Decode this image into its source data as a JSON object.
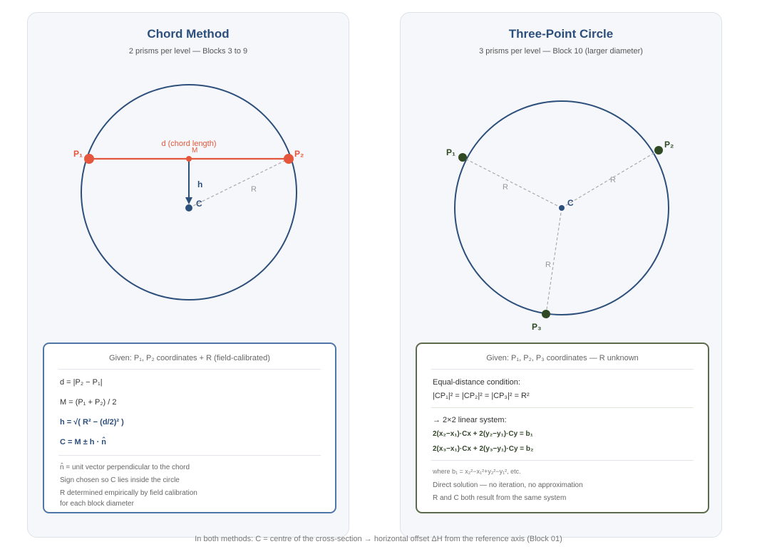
{
  "left": {
    "title": "Chord Method",
    "subtitle": "2 prisms per level — Blocks 3 to 9",
    "labels": {
      "p1": "P₁",
      "p2": "P₂",
      "chord": "d (chord length)",
      "m": "M",
      "h": "h",
      "c": "C",
      "r": "R"
    },
    "box": {
      "given": "Given: P₁, P₂ coordinates + R (field-calibrated)",
      "eq1": "d = |P₂ − P₁|",
      "eq2": "M = (P₁ + P₂) / 2",
      "eq3": "h = √( R² − (d/2)² )",
      "eq4": "C = M ± h · n̂",
      "note1": "n̂ = unit vector perpendicular to the chord",
      "note2": "Sign chosen so C lies inside the circle",
      "note3": "R determined empirically by field calibration",
      "note4": "for each block diameter"
    }
  },
  "right": {
    "title": "Three-Point Circle",
    "subtitle": "3 prisms per level — Block 10 (larger diameter)",
    "labels": {
      "p1": "P₁",
      "p2": "P₂",
      "p3": "P₃",
      "c": "C",
      "r1": "R",
      "r2": "R",
      "r3": "R"
    },
    "box": {
      "given": "Given: P₁, P₂, P₃ coordinates — R unknown",
      "cond_title": "Equal-distance condition:",
      "cond_eq": "|CP₁|² = |CP₂|² = |CP₃|² = R²",
      "sys_title": "→ 2×2 linear system:",
      "sys_eq1": "2(x₂−x₁)·Cx + 2(y₂−y₁)·Cy = b₁",
      "sys_eq2": "2(x₃−x₁)·Cx + 2(y₃−y₁)·Cy = b₂",
      "note1": "where b₁ = x₂²−x₁²+y₂²−y₁², etc.",
      "note2": "Direct solution — no iteration, no approximation",
      "note3": "R and C both result from the same system"
    }
  },
  "footer": "In both methods: C = centre of the cross-section → horizontal offset ΔH from the reference axis (Block 01)",
  "colors": {
    "left_accent": "#e4573c",
    "left_dark": "#2d4f7c",
    "right_accent": "#2f4a23",
    "right_dark": "#2d4f7c"
  }
}
